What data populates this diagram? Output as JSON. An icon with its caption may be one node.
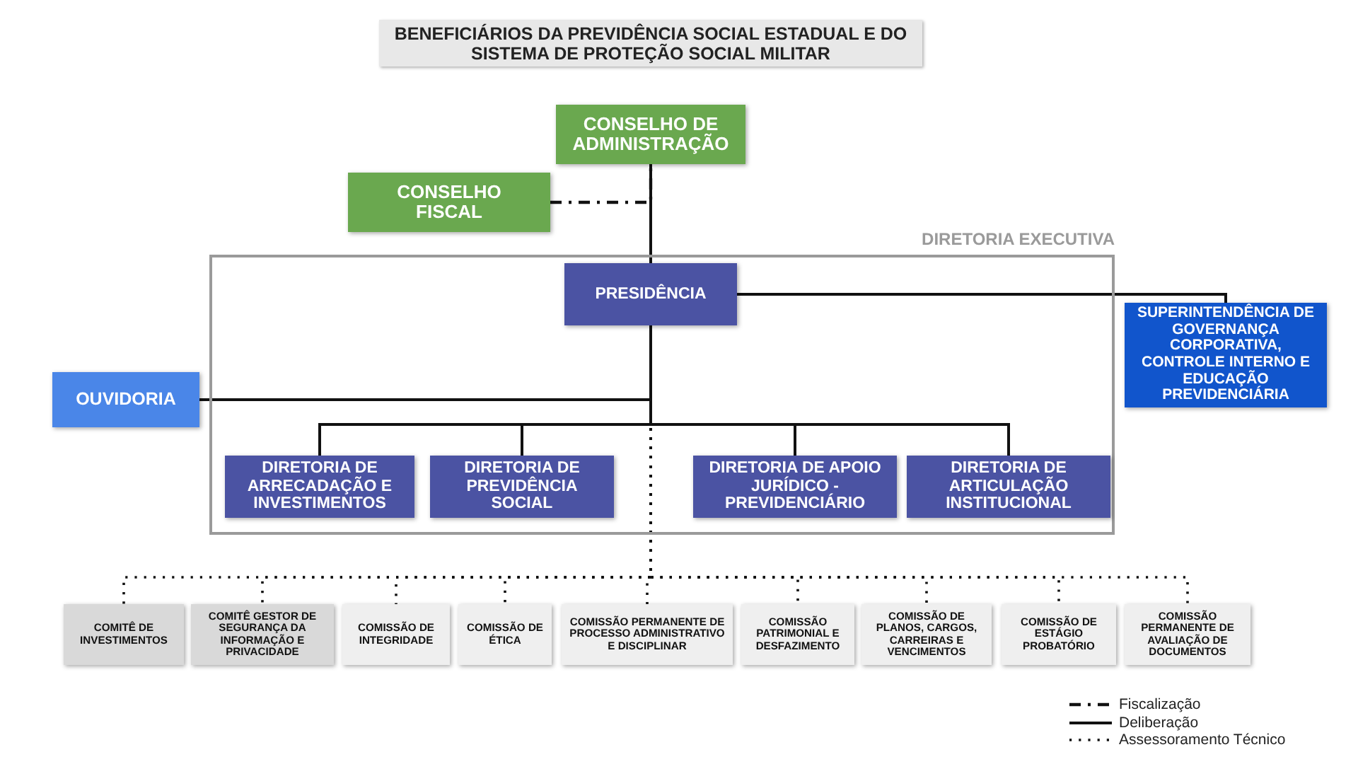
{
  "diagram": {
    "title": "BENEFICIÁRIOS DA PREVIDÊNCIA SOCIAL ESTADUAL E DO SISTEMA DE PROTEÇÃO SOCIAL MILITAR",
    "nodes": [
      {
        "text": [
          "CONSELHO DE ADMINISTRAÇÃO"
        ]
      },
      {
        "text": [
          "CONSELHO FISCAL"
        ]
      },
      {
        "text": [
          "DIRETORIA EXECUTIVA"
        ]
      },
      {
        "text": [
          "PRESIDÊNCIA"
        ],
        "in": 2
      },
      {
        "text": [
          "SUPERINTENDÊNCIA DE GOVERNANÇA CORPORATIVA, CONTROLE INTERNO E EDUCAÇÃO PREVIDENCIÁRIA"
        ]
      },
      {
        "text": [
          "OUVIDORIA"
        ]
      },
      {
        "text": [
          "DIRETORIA DE ARRECADAÇÃO E INVESTIMENTOS"
        ],
        "in": 2
      },
      {
        "text": [
          "DIRETORIA DE PREVIDÊNCIA SOCIAL"
        ],
        "in": 2
      },
      {
        "text": [
          "DIRETORIA DE APOIO JURÍDICO - PREVIDENCIÁRIO"
        ],
        "in": 2
      },
      {
        "text": [
          "DIRETORIA DE ARTICULAÇÃO INSTITUCIONAL"
        ],
        "in": 2
      },
      {
        "text": [
          "COMITÊ DE INVESTIMENTOS"
        ]
      },
      {
        "text": [
          "COMITÊ GESTOR DE SEGURANÇA DA INFORMAÇÃO E PRIVACIDADE"
        ]
      },
      {
        "text": [
          "COMISSÃO DE INTEGRIDADE"
        ]
      },
      {
        "text": [
          "COMISSÃO DE ÉTICA"
        ]
      },
      {
        "text": [
          "COMISSÃO PERMANENTE DE PROCESSO ADMINISTRATIVO E DISCIPLINAR"
        ]
      },
      {
        "text": [
          "COMISSÃO PATRIMONIAL E DESFAZIMENTO"
        ]
      },
      {
        "text": [
          "COMISSÃO DE PLANOS, CARGOS, CARREIRAS E VENCIMENTOS"
        ]
      },
      {
        "text": [
          "COMISSÃO DE ESTÁGIO PROBATÓRIO"
        ]
      },
      {
        "text": [
          "COMISSÃO PERMANENTE DE AVALIAÇÃO DE DOCUMENTOS"
        ]
      }
    ],
    "edges": [
      {
        "from": 0,
        "to": 3,
        "arrow": "none"
      },
      {
        "from": 1,
        "to": 0,
        "arrow": "none",
        "style": "dashed"
      },
      {
        "from": 3,
        "to": 4,
        "arrow": "none"
      },
      {
        "from": 3,
        "to": 5,
        "arrow": "none"
      },
      {
        "from": 3,
        "to": 6,
        "arrow": "none"
      },
      {
        "from": 3,
        "to": 7,
        "arrow": "none"
      },
      {
        "from": 3,
        "to": 8,
        "arrow": "none"
      },
      {
        "from": 3,
        "to": 9,
        "arrow": "none"
      },
      {
        "from": 3,
        "to": 10,
        "arrow": "none",
        "style": "dashed"
      },
      {
        "from": 3,
        "to": 11,
        "arrow": "none",
        "style": "dashed"
      },
      {
        "from": 3,
        "to": 12,
        "arrow": "none",
        "style": "dashed"
      },
      {
        "from": 3,
        "to": 13,
        "arrow": "none",
        "style": "dashed"
      },
      {
        "from": 3,
        "to": 14,
        "arrow": "none",
        "style": "dashed"
      },
      {
        "from": 3,
        "to": 15,
        "arrow": "none",
        "style": "dashed"
      },
      {
        "from": 3,
        "to": 16,
        "arrow": "none",
        "style": "dashed"
      },
      {
        "from": 3,
        "to": 17,
        "arrow": "none",
        "style": "dashed"
      },
      {
        "from": 3,
        "to": 18,
        "arrow": "none",
        "style": "dashed"
      }
    ],
    "legend": [
      {
        "text": "Fiscalização"
      },
      {
        "text": "Deliberação"
      },
      {
        "text": "Assessoramento Técnico"
      }
    ]
  }
}
